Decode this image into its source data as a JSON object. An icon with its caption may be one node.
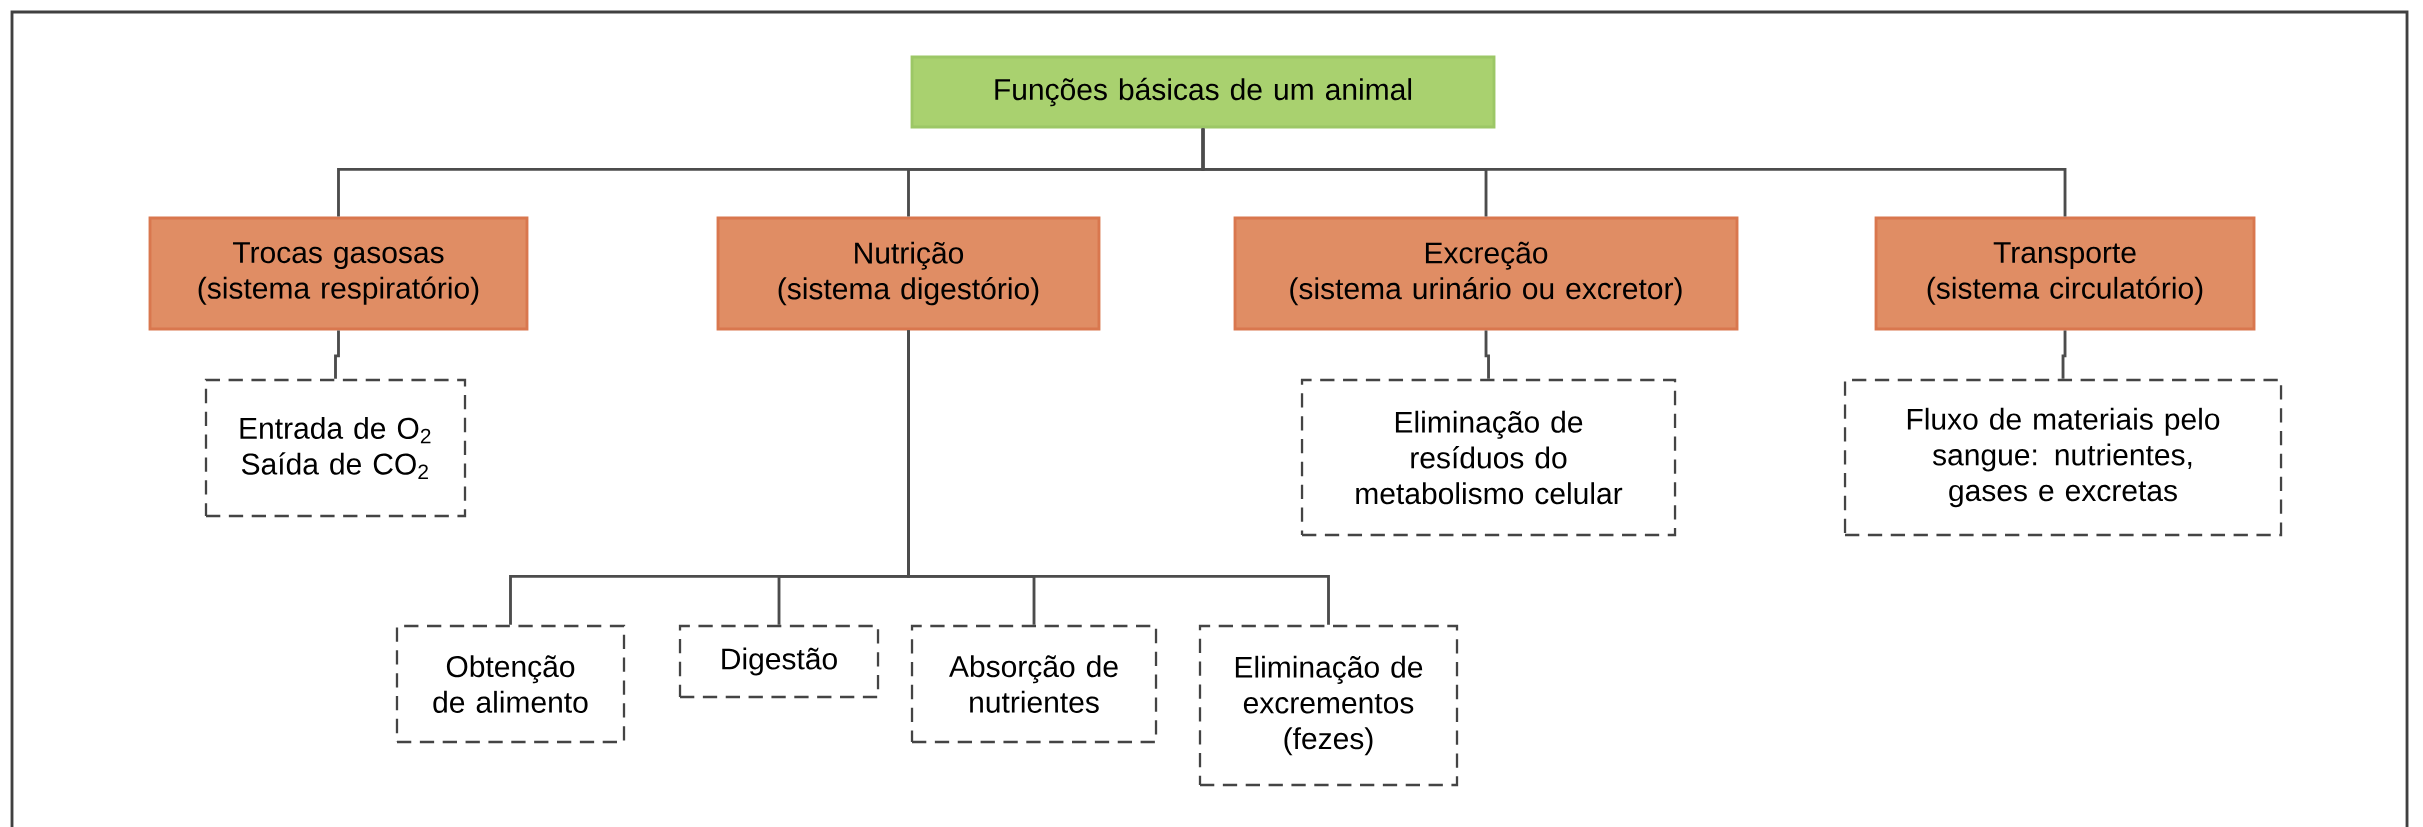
{
  "diagram": {
    "nodes": [
      {
        "text": [
          "Funções básicas de um animal"
        ]
      },
      {
        "text": [
          "Trocas gasosas",
          "(sistema respiratório)"
        ]
      },
      {
        "text": [
          "Nutrição",
          "(sistema digestório)"
        ]
      },
      {
        "text": [
          "Excreção",
          "(sistema urinário ou excretor)"
        ]
      },
      {
        "text": [
          "Transporte",
          "(sistema circulatório)"
        ]
      },
      {
        "text": [
          "Entrada de O$_{2}$ Saída de CO$_{2}$"
        ]
      },
      {
        "text": [
          "Eliminação de resíduos do metabolismo celular"
        ]
      },
      {
        "text": [
          "Fluxo de materiais pelo sangue: nutrientes, gases e excretas"
        ]
      },
      {
        "text": [
          "Obtenção de alimento"
        ]
      },
      {
        "text": [
          "Digestão"
        ]
      },
      {
        "text": [
          "Absorção de nutrientes"
        ]
      },
      {
        "text": [
          "Eliminação de excrementos (fezes)"
        ]
      }
    ],
    "edges": [
      {
        "from": 0,
        "to": 1,
        "arrow": "none"
      },
      {
        "from": 0,
        "to": 2,
        "arrow": "none"
      },
      {
        "from": 0,
        "to": 3,
        "arrow": "none"
      },
      {
        "from": 0,
        "to": 4,
        "arrow": "none"
      },
      {
        "from": 1,
        "to": 5,
        "arrow": "none"
      },
      {
        "from": 3,
        "to": 6,
        "arrow": "none"
      },
      {
        "from": 4,
        "to": 7,
        "arrow": "none"
      },
      {
        "from": 2,
        "to": 8,
        "arrow": "none"
      },
      {
        "from": 2,
        "to": 9,
        "arrow": "none"
      },
      {
        "from": 2,
        "to": 10,
        "arrow": "none"
      },
      {
        "from": 2,
        "to": 11,
        "arrow": "none"
      }
    ]
  }
}
